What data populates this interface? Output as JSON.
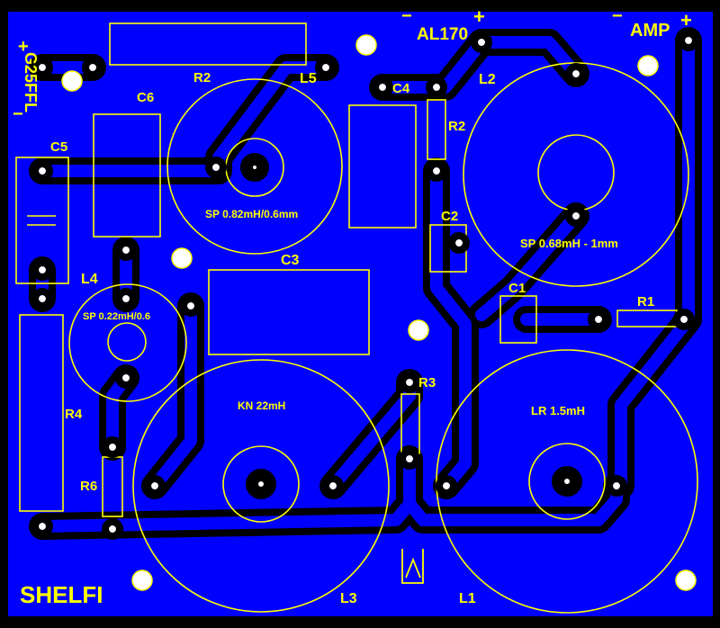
{
  "board": {
    "name": "SHELFI",
    "colors": {
      "copper": "#0000ff",
      "silkscreen": "#ffff00",
      "isolation": "#000000",
      "drill": "#ffffff"
    },
    "connectors": {
      "input": {
        "label": "G25FFL",
        "plus": "+",
        "minus": "−"
      },
      "tweeter": {
        "label": "AL170",
        "plus": "+",
        "minus": "−"
      },
      "amp": {
        "label": "AMP",
        "plus": "+",
        "minus": "−"
      }
    },
    "components": {
      "R1": "R1",
      "R2a": "R2",
      "R2b": "R2",
      "R3": "R3",
      "R4": "R4",
      "R6": "R6",
      "C1": "C1",
      "C2": "C2",
      "C3": "C3",
      "C4": "C4",
      "C5": "C5",
      "C6": "C6",
      "L1": "L1",
      "L2": "L2",
      "L3": "L3",
      "L4": "L4",
      "L5": "L5"
    },
    "coil_values": {
      "L5": "SP 0.82mH/0.6mm",
      "L2": "SP 0.68mH - 1mm",
      "L4": "SP 0.22mH/0.6",
      "L3": "KN 22mH",
      "L1": "LR 1.5mH"
    }
  }
}
